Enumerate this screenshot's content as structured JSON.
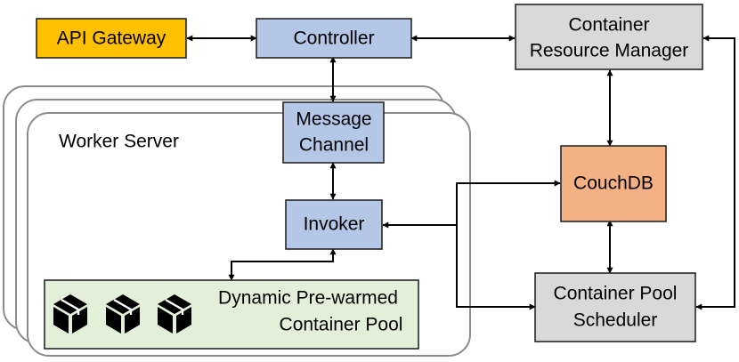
{
  "colors": {
    "api_gateway": "#ffc000",
    "blue_node": "#b4c7e7",
    "gray_node": "#d9d9d9",
    "couchdb": "#f4b183",
    "pool": "#e2f0d9",
    "worker_border": "#8c8c8c",
    "line": "#000000"
  },
  "nodes": {
    "api_gateway": "API Gateway",
    "controller": "Controller",
    "resource_manager": [
      "Container",
      "Resource Manager"
    ],
    "message_channel": [
      "Message",
      "Channel"
    ],
    "worker_server": "Worker Server",
    "couchdb": "CouchDB",
    "invoker": "Invoker",
    "pool": [
      "Dynamic Pre-warmed",
      "Container Pool"
    ],
    "scheduler": [
      "Container Pool",
      "Scheduler"
    ]
  },
  "icons": [
    "package-icon",
    "package-icon",
    "package-icon"
  ]
}
